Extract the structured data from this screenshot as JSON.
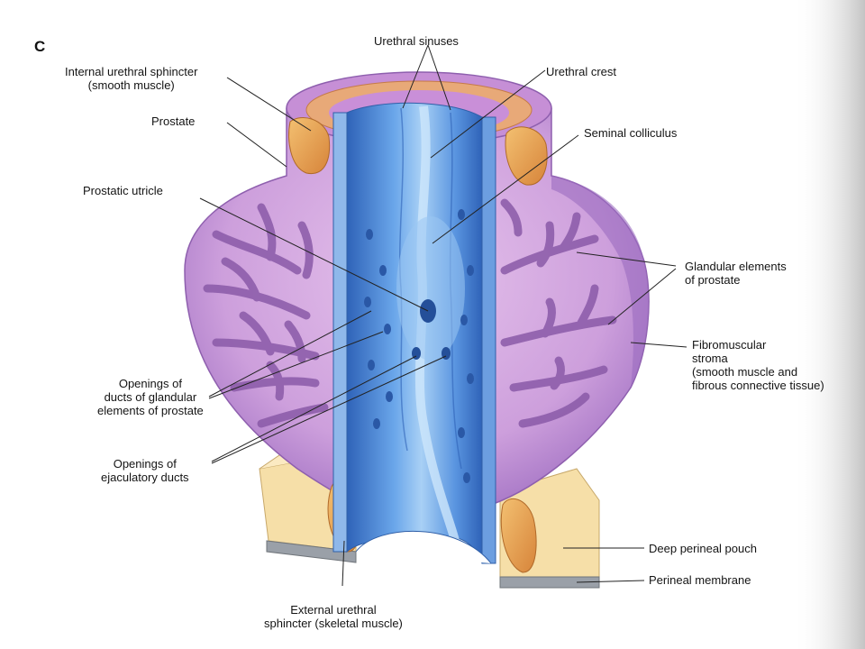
{
  "figure": {
    "panel_letter": "C",
    "labels": {
      "internal_sphincter": [
        "Internal urethral sphincter",
        "(smooth muscle)"
      ],
      "prostate": [
        "Prostate"
      ],
      "prostatic_utricle": [
        "Prostatic utricle"
      ],
      "openings_glandular": [
        "Openings of",
        "ducts of glandular",
        "elements of prostate"
      ],
      "openings_ejaculatory": [
        "Openings of",
        "ejaculatory ducts"
      ],
      "external_sphincter": [
        "External urethral",
        "sphincter (skeletal muscle)"
      ],
      "urethral_sinuses": [
        "Urethral sinuses"
      ],
      "urethral_crest": [
        "Urethral crest"
      ],
      "seminal_colliculus": [
        "Seminal colliculus"
      ],
      "glandular_elements": [
        "Glandular elements",
        "of prostate"
      ],
      "fibromuscular_stroma": [
        "Fibromuscular",
        "stroma",
        "(smooth muscle and",
        "fibrous connective tissue)"
      ],
      "deep_perineal_pouch": [
        "Deep perineal pouch"
      ],
      "perineal_membrane": [
        "Perineal membrane"
      ]
    },
    "colors": {
      "prostate": "#c9a0d6",
      "prostate_edge": "#8e5fae",
      "glands": "#8a5aa8",
      "urethra": "#4a86d8",
      "urethra_light": "#a8d0f5",
      "sphincter": "#e8a050",
      "pouch": "#f6dfa8",
      "membrane": "#9aa0a8",
      "leader": "#222222"
    }
  }
}
